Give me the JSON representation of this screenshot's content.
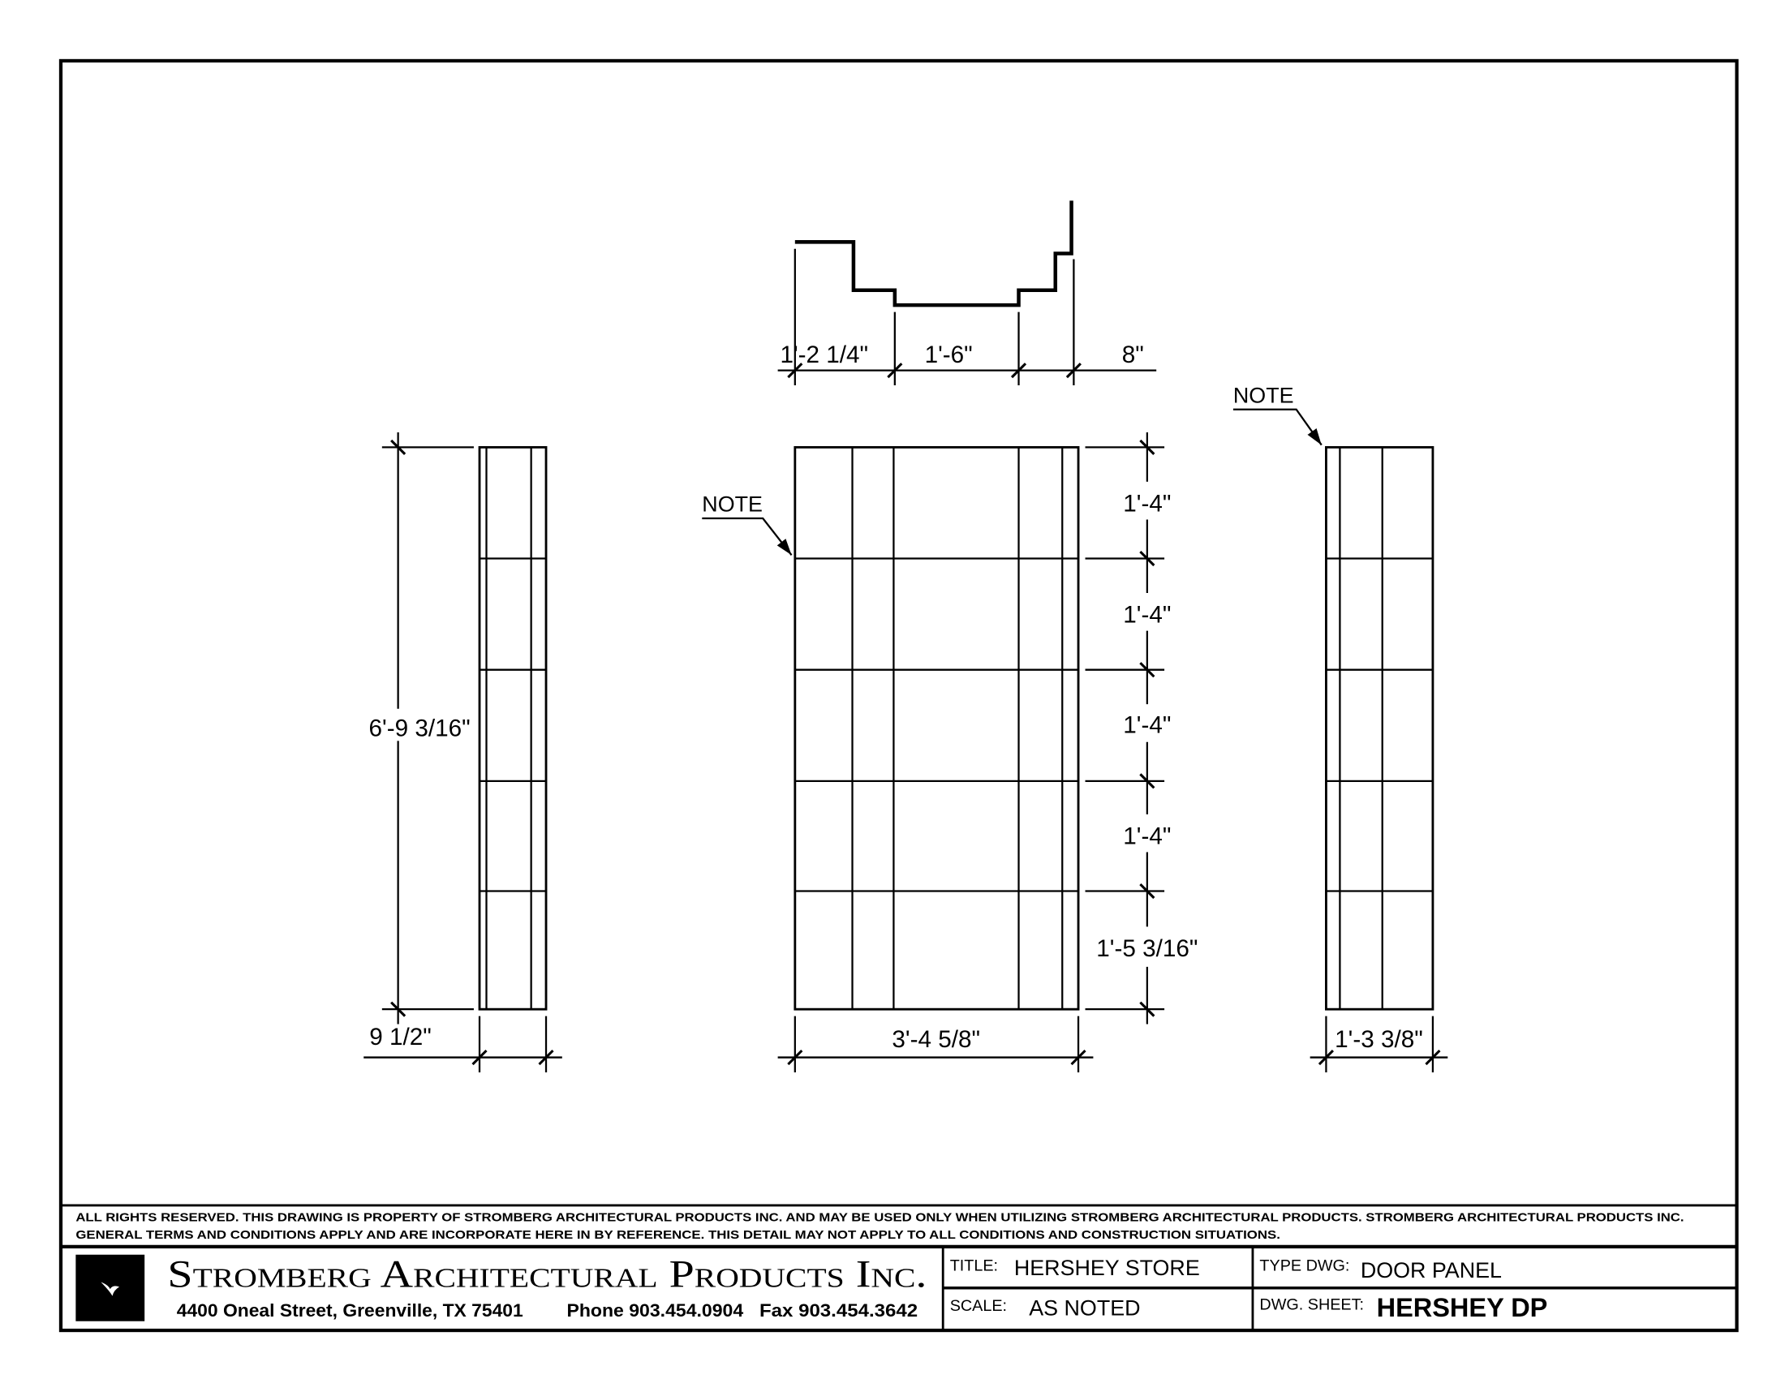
{
  "plan_view": {
    "dims": [
      "1'-2 1/4\"",
      "1'-6\"",
      "8\""
    ]
  },
  "front_elevation": {
    "note": "NOTE",
    "height_dims": [
      "1'-4\"",
      "1'-4\"",
      "1'-4\"",
      "1'-4\"",
      "1'-5 3/16\""
    ],
    "width_dim": "3'-4 5/8\""
  },
  "left_side": {
    "height_dim": "6'-9 3/16\"",
    "width_dim": "9 1/2\""
  },
  "right_side": {
    "note": "NOTE",
    "width_dim": "1'-3 3/8\""
  },
  "disclaimer": {
    "line1": "ALL RIGHTS RESERVED. THIS DRAWING IS PROPERTY OF STROMBERG ARCHITECTURAL PRODUCTS INC. AND MAY BE USED ONLY WHEN UTILIZING STROMBERG ARCHITECTURAL PRODUCTS.  STROMBERG ARCHITECTURAL PRODUCTS INC.",
    "line2": "GENERAL TERMS AND CONDITIONS APPLY AND ARE INCORPORATE HERE IN BY REFERENCE.  THIS DETAIL MAY NOT APPLY TO ALL CONDITIONS AND CONSTRUCTION SITUATIONS."
  },
  "title_block": {
    "company": "Stromberg Architectural Products Inc.",
    "address": "4400 Oneal Street, Greenville, TX  75401",
    "phone": "Phone 903.454.0904",
    "fax": "Fax 903.454.3642",
    "title_label": "TITLE:",
    "title_value": "HERSHEY STORE",
    "type_label": "TYPE DWG:",
    "type_value": "DOOR PANEL",
    "scale_label": "SCALE:",
    "scale_value": "AS NOTED",
    "sheet_label": "DWG. SHEET:",
    "sheet_value": "HERSHEY DP"
  }
}
